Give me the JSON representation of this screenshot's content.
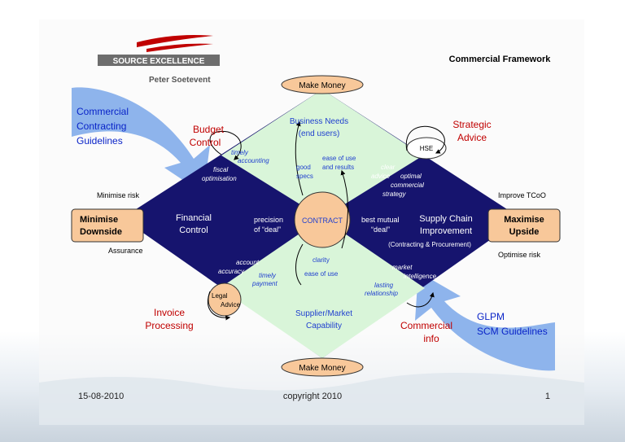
{
  "header": {
    "logo_text": "SOURCE EXCELLENCE",
    "author": "Peter Soetevent",
    "title": "Commercial Framework"
  },
  "nodes": {
    "make_money_top": "Make Money",
    "make_money_bottom": "Make Money",
    "minimise_downside": [
      "Minimise",
      "Downside"
    ],
    "maximise_upside": [
      "Maximise",
      "Upside"
    ],
    "contract": "CONTRACT",
    "hse": "HSE",
    "legal_advice": [
      "Legal",
      "Advice"
    ]
  },
  "quadrants": {
    "business_needs": [
      "Business Needs",
      "(end users)"
    ],
    "financial_control": [
      "Financial",
      "Control"
    ],
    "supply_chain": [
      "Supply Chain",
      "Improvement"
    ],
    "supply_chain_sub": "(Contracting & Procurement)",
    "supplier_market": [
      "Supplier/Market",
      "Capability"
    ]
  },
  "side_labels": {
    "minimise_risk": "Minimise risk",
    "assurance": "Assurance",
    "improve_tcoo": "Improve TCoO",
    "optimise_risk": "Optimise risk"
  },
  "red_labels": {
    "budget_control": [
      "Budget",
      "Control"
    ],
    "strategic_advice": [
      "Strategic",
      "Advice"
    ],
    "invoice_processing": [
      "Invoice",
      "Processing"
    ],
    "commercial_info": [
      "Commercial",
      "info"
    ]
  },
  "blue_labels": {
    "commercial_guidelines": [
      "Commercial",
      "Contracting",
      "Guidelines"
    ],
    "glpm": [
      "GLPM",
      "SCM Guidelines"
    ]
  },
  "annotations": {
    "timely_accounting": [
      "timely",
      "accounting"
    ],
    "fiscal_optimisation": [
      "fiscal",
      "optimisation"
    ],
    "good_specs": [
      "good",
      "specs"
    ],
    "ease_of_use_results": [
      "ease of use",
      "and results"
    ],
    "clear_advice": [
      "clear",
      "advice"
    ],
    "optimal_strategy": [
      "optimal",
      "commercial",
      "strategy"
    ],
    "precision_deal": [
      "precision",
      "of “deal”"
    ],
    "best_mutual_deal": [
      "best mutual",
      "“deal”"
    ],
    "account_accuracy": [
      "account",
      "accuracy"
    ],
    "timely_payment": [
      "timely",
      "payment"
    ],
    "clarity": "clarity",
    "ease_of_use": "ease of use",
    "market_intelligence": [
      "market",
      "intelligence"
    ],
    "lasting_relationship": [
      "lasting",
      "relationship"
    ]
  },
  "footer": {
    "date": "15-08-2010",
    "copyright": "copyright 2010",
    "page": "1"
  },
  "colors": {
    "navy": "#16146e",
    "green": "#d9f5d9",
    "orange": "#f8c89a",
    "red": "#c00000",
    "blue_text": "#0a24c8",
    "blue_arrow": "#8eb4ec"
  }
}
